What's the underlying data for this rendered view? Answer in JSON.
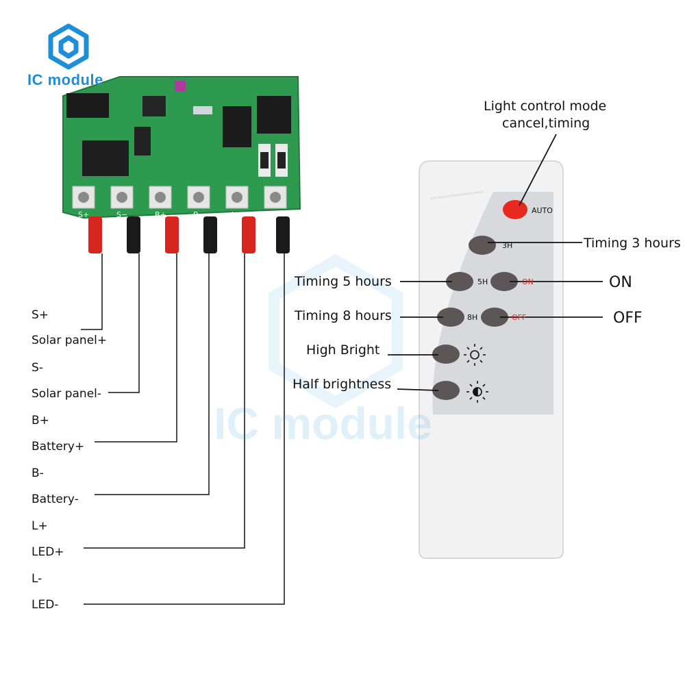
{
  "brand": {
    "name": "IC module",
    "watermark": "IC module"
  },
  "board": {
    "terminals": [
      "S+",
      "S−",
      "B+",
      "B−",
      "L+",
      "L−"
    ]
  },
  "pins": [
    {
      "code": "S+",
      "desc": "Solar panel+"
    },
    {
      "code": "S-",
      "desc": "Solar panel-"
    },
    {
      "code": "B+",
      "desc": "Battery+"
    },
    {
      "code": "B-",
      "desc": "Battery-"
    },
    {
      "code": "L+",
      "desc": "LED+"
    },
    {
      "code": "L-",
      "desc": "LED-"
    }
  ],
  "remote": {
    "auto_key": "AUTO",
    "key_3h": "3H",
    "key_5h": "5H",
    "key_8h": "8H",
    "key_on": "ON",
    "key_off": "OFF",
    "callout_auto": [
      "Light control mode",
      "cancel,timing"
    ],
    "callout_3h": "Timing 3 hours",
    "callout_5h": "Timing 5 hours",
    "callout_8h": "Timing 8 hours",
    "callout_on": "ON",
    "callout_off": "OFF",
    "callout_high": "High Bright",
    "callout_half": "Half brightness"
  },
  "colors": {
    "pcb": "#2e9a4f",
    "wire_red": "#d8261e",
    "wire_black": "#1a1a1a",
    "auto_button": "#e8291e",
    "brand_blue": "#1c8fd8"
  }
}
